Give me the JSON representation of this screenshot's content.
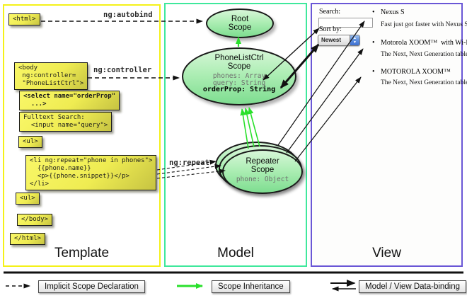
{
  "colors": {
    "template_border": "#f4f119",
    "model_border": "#3fe89c",
    "view_border": "#6a57d6",
    "box_yellow": "#efec52",
    "scope_green": "#8ee89a",
    "inheritance_arrow_green": "#2ae02c",
    "arrow_black": "#111111"
  },
  "annotations": {
    "ng_autobind": "ng:autobind",
    "ng_controller": "ng:controller",
    "ng_repeat": "ng:repeat"
  },
  "template": {
    "panel_label": "Template",
    "boxes": {
      "html_open": "<html>",
      "body_open": "<body\n ng:controller=\n \"PhoneListCtrl\">",
      "select_order": "<select name=\"orderProp\"\n  ...>",
      "fulltext": "Fulltext Search:\n  <input name=\"query\">",
      "ul_open": "<ul>",
      "li_repeat": "<li ng:repeat=\"phone in phones\">\n  {{phone.name}}\n  <p>{{phone.snippet}}</p>\n</li>",
      "ul_close": "<ul>",
      "body_close": "</body>",
      "html_close": "</html>"
    }
  },
  "model": {
    "panel_label": "Model",
    "root_scope": {
      "title": "Root\nScope"
    },
    "phone_list_scope": {
      "title": "PhoneListCtrl\nScope",
      "prop_phones": "phones: Array",
      "prop_query": "query: String",
      "prop_order": "orderProp: String"
    },
    "repeater_scope": {
      "title": "Repeater\nScope",
      "prop_phone": "phone: Object"
    }
  },
  "view": {
    "panel_label": "View",
    "search_label": "Search:",
    "search_value": "",
    "sort_label": "Sort by:",
    "sort_selected": "Newest",
    "bullet": "•",
    "stepper_up": "▲",
    "stepper_down": "▼",
    "items": [
      {
        "name": "Nexus S",
        "desc": "Fast just got faster with Nexus S."
      },
      {
        "name": "Motorola XOOM™  with Wi-Fi",
        "desc": "The Next, Next Generation tablet."
      },
      {
        "name": "MOTOROLA XOOM™",
        "desc": "The Next, Next Generation tablet."
      }
    ]
  },
  "legend": {
    "implicit": "Implicit Scope Declaration",
    "inheritance": "Scope Inheritance",
    "databinding": "Model / View Data-binding"
  }
}
